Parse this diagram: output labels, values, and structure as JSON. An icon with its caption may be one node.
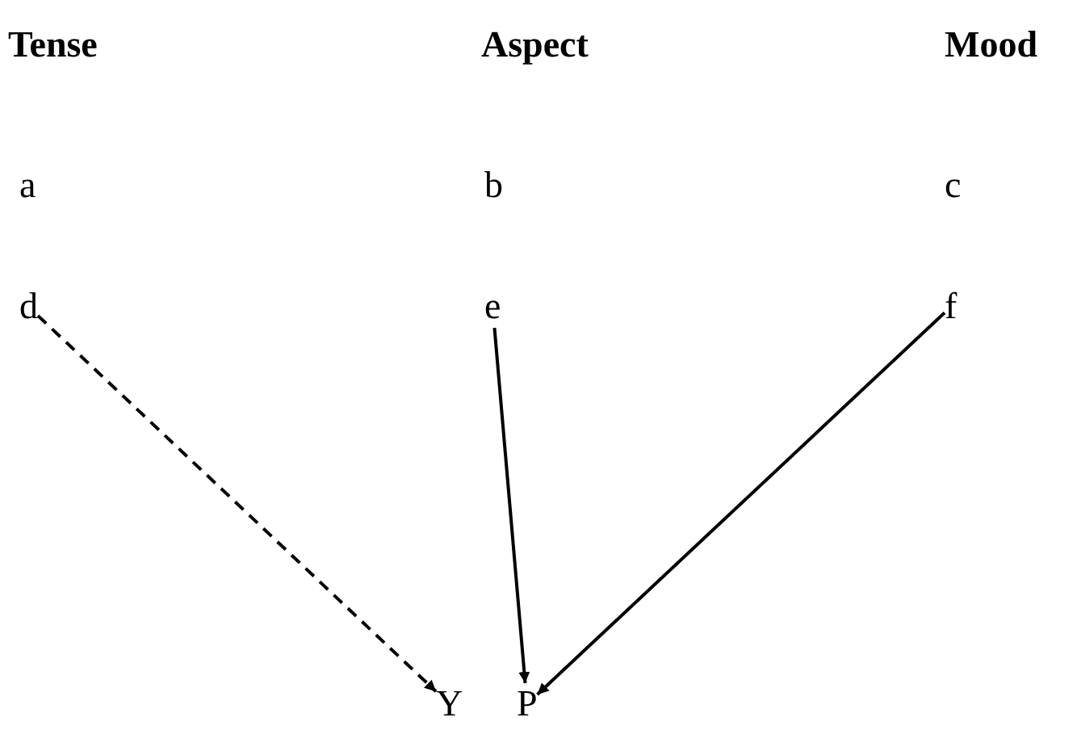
{
  "diagram": {
    "nodes": [
      {
        "text": [
          "d"
        ]
      },
      {
        "text": [
          "e"
        ]
      },
      {
        "text": [
          "f"
        ]
      },
      {
        "text": [
          "Y"
        ]
      },
      {
        "text": [
          "P"
        ]
      }
    ],
    "edges": [
      {
        "from": 0,
        "to": 3,
        "arrow": "to",
        "style": "dashed"
      },
      {
        "from": 1,
        "to": 4,
        "arrow": "to"
      },
      {
        "from": 2,
        "to": 4,
        "arrow": "to"
      }
    ],
    "labels": [
      "Tense",
      "Aspect",
      "Mood",
      "a",
      "b",
      "c"
    ]
  }
}
